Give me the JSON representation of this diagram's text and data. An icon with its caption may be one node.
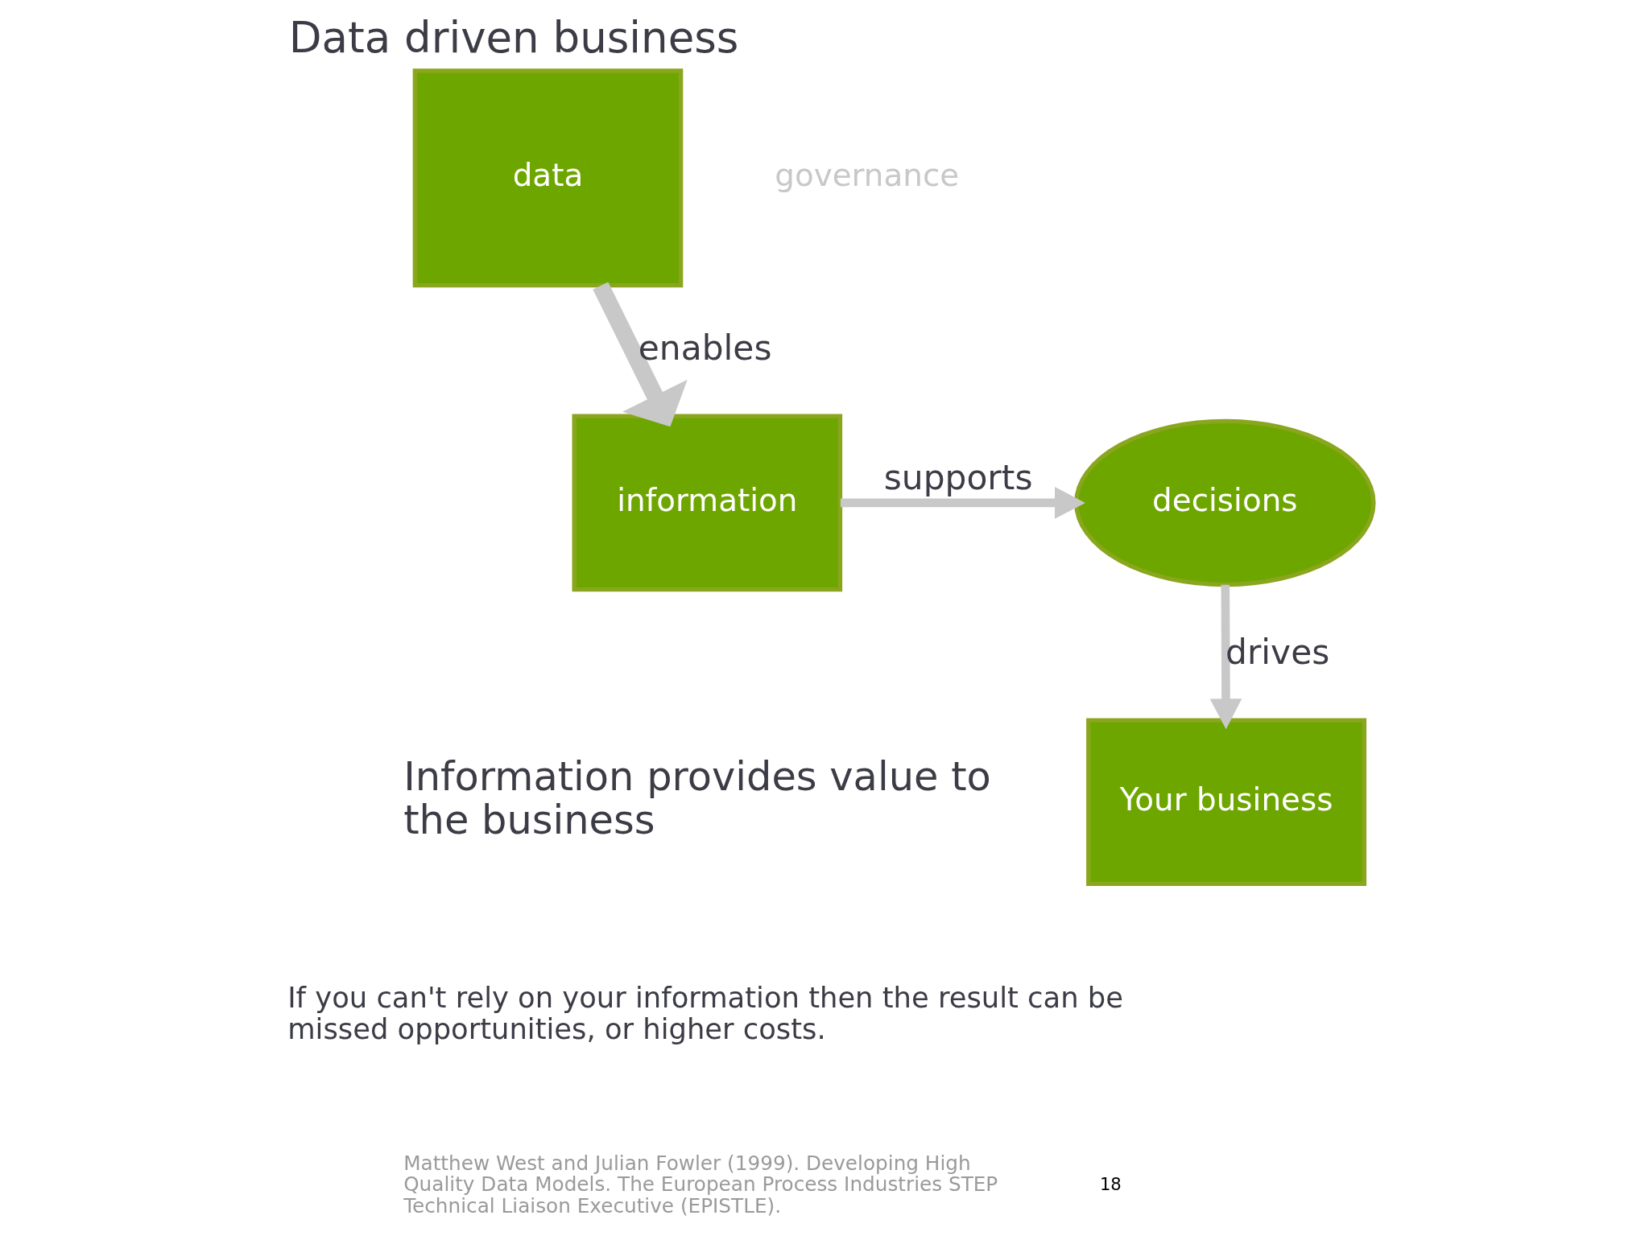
{
  "diagram": {
    "title": "Data driven business",
    "nodes": [
      {
        "text": [
          "data"
        ]
      },
      {
        "text": [
          "information"
        ]
      },
      {
        "text": [
          "decisions"
        ]
      },
      {
        "text": [
          "Your business"
        ]
      }
    ],
    "edges": [
      {
        "from": 0,
        "to": 1,
        "label": "enables",
        "arrow": "to",
        "style": "thick"
      },
      {
        "from": 1,
        "to": 2,
        "label": "supports",
        "arrow": "to"
      },
      {
        "from": 2,
        "to": 3,
        "label": "drives",
        "arrow": "to"
      }
    ],
    "labels": [
      "governance",
      "Information provides value to the business",
      "If you can't rely on your information then the result can be missed opportunities, or higher costs.",
      "Matthew West and Julian Fowler (1999). Developing High Quality Data Models. The European Process Industries STEP Technical Liaison Executive (EPISTLE).",
      "18"
    ]
  }
}
